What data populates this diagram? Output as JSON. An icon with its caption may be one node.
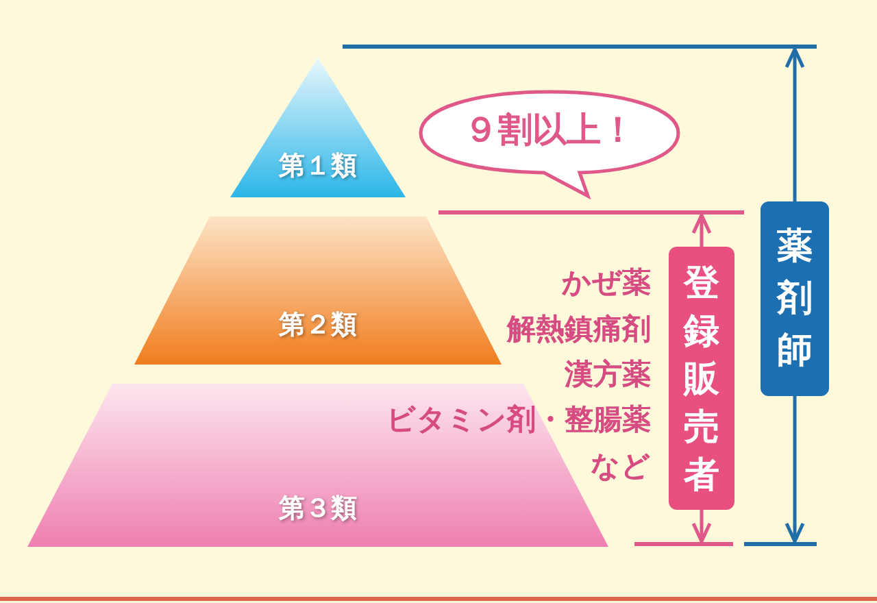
{
  "diagram": {
    "nodes": [
      {
        "text": [
          "第１類"
        ]
      },
      {
        "text": [
          "第２類"
        ]
      },
      {
        "text": [
          "第３類"
        ]
      },
      {
        "text": [
          "９割以上！"
        ]
      },
      {
        "text": [
          "登録販売者"
        ]
      },
      {
        "text": [
          "薬剤師"
        ]
      }
    ],
    "labels": [
      "かぜ薬",
      "解熱鎮痛剤",
      "漢方薬",
      "ビタミン剤・整腸薬",
      "など"
    ]
  }
}
